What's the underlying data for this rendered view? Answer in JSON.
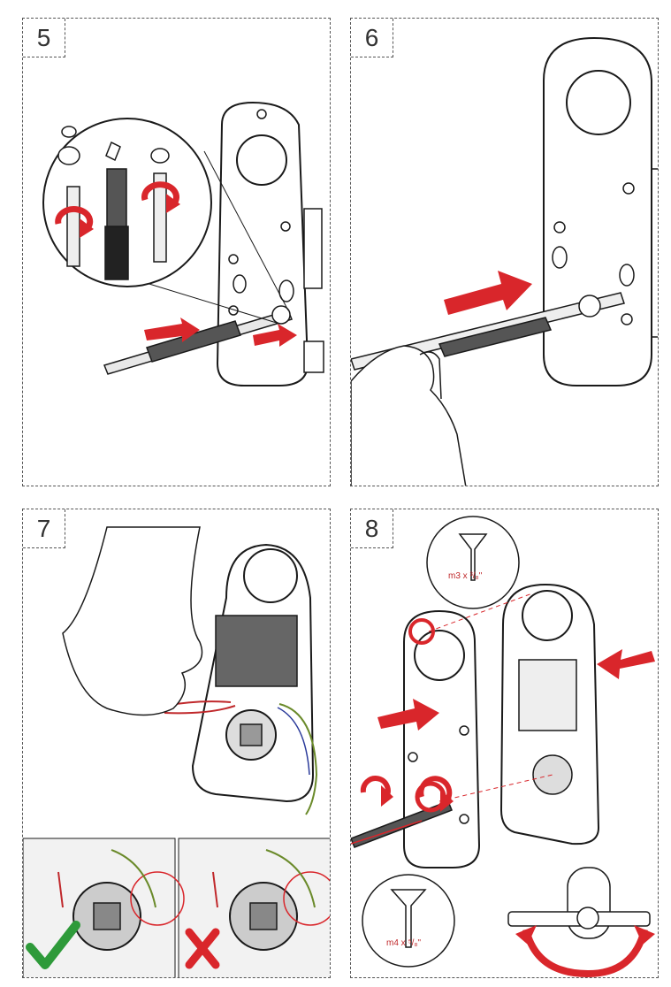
{
  "steps": [
    {
      "number": "5"
    },
    {
      "number": "6"
    },
    {
      "number": "7"
    },
    {
      "number": "8"
    }
  ],
  "screws": {
    "top_label": "m3 x ³/₈\"",
    "bottom_label": "m4 x ⁵/₈\""
  },
  "colors": {
    "arrow_red": "#d9262b",
    "line_dark": "#1a1a1a",
    "check_green": "#2e9a3a"
  },
  "icons": [
    "clockwise-rotate-icon",
    "right-arrow-icon",
    "check-icon",
    "cross-icon"
  ]
}
